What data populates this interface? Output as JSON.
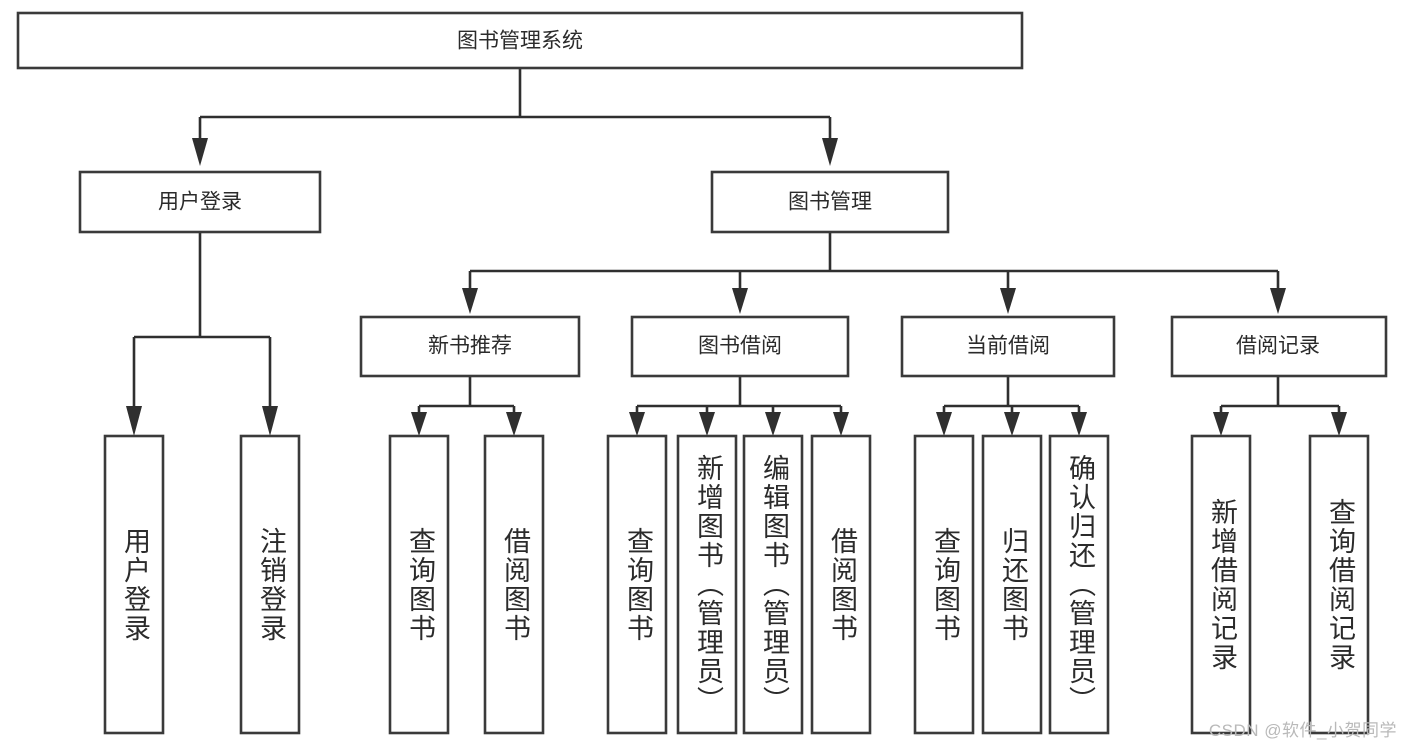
{
  "diagram": {
    "type": "tree",
    "title": "图书管理系统",
    "root": {
      "label": "图书管理系统"
    },
    "level2": [
      {
        "label": "用户登录"
      },
      {
        "label": "图书管理"
      }
    ],
    "level3": [
      {
        "label": "新书推荐"
      },
      {
        "label": "图书借阅"
      },
      {
        "label": "当前借阅"
      },
      {
        "label": "借阅记录"
      }
    ],
    "leaves": {
      "user_login": [
        {
          "label": "用户登录"
        },
        {
          "label": "注销登录"
        }
      ],
      "new_book_recommend": [
        {
          "label": "查询图书"
        },
        {
          "label": "借阅图书"
        }
      ],
      "book_borrow": [
        {
          "label": "查询图书"
        },
        {
          "label": "新增图书（管理员）"
        },
        {
          "label": "编辑图书（管理员）"
        },
        {
          "label": "借阅图书"
        }
      ],
      "current_borrow": [
        {
          "label": "查询图书"
        },
        {
          "label": "归还图书"
        },
        {
          "label": "确认归还（管理员）"
        }
      ],
      "borrow_record": [
        {
          "label": "新增借阅记录"
        },
        {
          "label": "查询借阅记录"
        }
      ]
    }
  },
  "watermark": {
    "text": "CSDN @软件_小贺同学"
  },
  "colors": {
    "box_stroke": "#3a3a3a",
    "connector": "#2f2f2f",
    "text": "#2b2b2b",
    "background": "#ffffff",
    "watermark": "#b9b9b9"
  }
}
